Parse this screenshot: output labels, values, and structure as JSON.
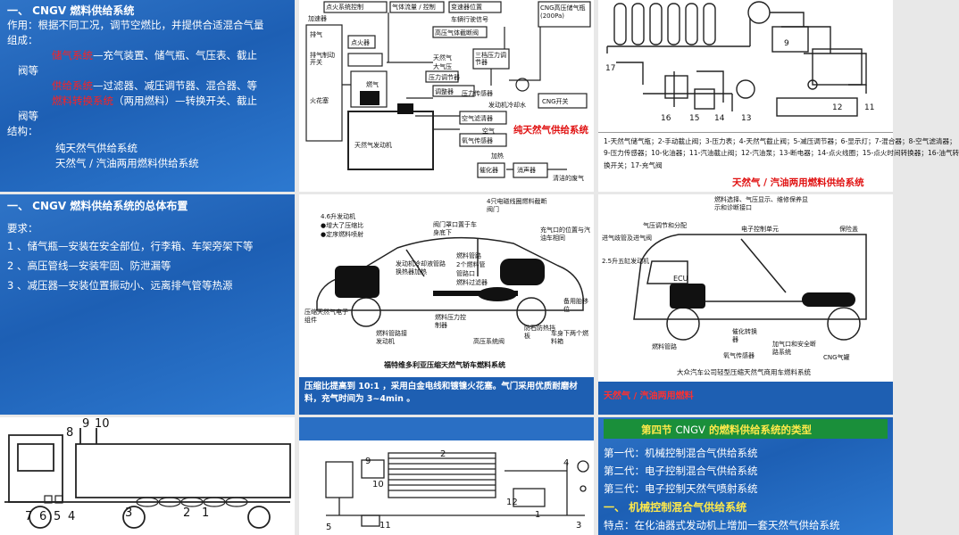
{
  "s1": {
    "title": "一、 CNGV 燃料供给系统",
    "line1": "作用：根据不同工况，调节空燃比，并提供合适混合气量",
    "line1b": "组成：",
    "storage_term": "储气系统",
    "storage_desc": "—充气装置、储气瓶、气压表、截止",
    "storage_cont": "阀等",
    "supply_term": "供给系统",
    "supply_desc": "—过滤器、减压调节器、混合器、等",
    "switch_term": "燃料转换系统",
    "switch_desc": "（两用燃料）—转换开关、截止",
    "switch_cont": "阀等",
    "structure": "结构：",
    "item1": "纯天然气供给系统",
    "item2": "天然气 / 汽油两用燃料供给系统"
  },
  "s2": {
    "labels": [
      "点火系统控制",
      "气体流量 / 控制",
      "变速器位置",
      "CNG高压储气瓶(200Pa)",
      "车辆行驶信号",
      "加速器",
      "点火器",
      "高压气体截断阀",
      "天然气",
      "大气压",
      "压力调节器",
      "三档压力调节器",
      "调整器",
      "压力传感器",
      "空气滤清器",
      "空气",
      "氧气传感器",
      "发动机冷却水",
      "火花塞",
      "天然气发动机",
      "燃气",
      "催化器",
      "消声器",
      "清洁的废气",
      "CNG开关",
      "加热",
      "排气",
      "排气制动开关"
    ],
    "caption": "纯天然气供给系统"
  },
  "s3": {
    "numbers": [
      "17",
      "16",
      "15",
      "14",
      "13",
      "12",
      "11",
      "9"
    ],
    "legend_line1": "1-天然气储气瓶；2-手动截止阀；3-压力表；4-天然气截止阀；5-减压调节器；6-显示灯；7-混合器；8-空气滤清器；",
    "legend_line2": "9-压力传感器；10-化油器；11-汽油截止阀；12-汽油泵；13-断电器；14-点火线圈；15-点火时间转换器；16-油气转",
    "legend_line3": "换开关；17-充气阀",
    "caption": "天然气 / 汽油两用燃料供给系统"
  },
  "s4": {
    "title": "一、 CNGV 燃料供给系统的总体布置",
    "req": "要求：",
    "r1": "1 、储气瓶—安装在安全部位，行李箱、车架旁架下等",
    "r2": "2 、高压管线—安装牢固、防泄漏等",
    "r3": "3 、减压器—安装位置振动小、远离排气管等热源"
  },
  "s5": {
    "labels": [
      "4.6升发动机",
      "●增大了压缩比",
      "●定序燃料喷射",
      "4只电磁线圈燃料截断阀门",
      "阀门罩口置于车身底下",
      "充气口的位置与汽油车相同",
      "发动机冷却液管路换热器加热",
      "燃料管路",
      "2个燃料管",
      "管路口",
      "燃料过滤器",
      "备用胎移位",
      "压缩天然气电子组件",
      "燃料管路接发动机",
      "燃料压力控制器",
      "高压系统阀",
      "防石防热挡板",
      "车身下两个燃料箱"
    ],
    "figure_title": "福特维多利亚压缩天然气轿车燃料系统",
    "caption": "压缩比提高到 10:1 ，采用白金电线和镀镍火花塞。气门采用优质耐磨材料，充气时间为 3~4min 。"
  },
  "s6": {
    "labels": [
      "燃料选择、气压显示、维修保养显示和诊断接口",
      "气压调节和分配",
      "电子控制单元",
      "进气歧管及进气阀",
      "保险盖",
      "2.5升五缸发动机",
      "ECU",
      "燃料管路",
      "催化转换器",
      "加气口和安全断路系统",
      "氧气传感器",
      "CNG气罐"
    ],
    "figure_title": "大众汽车公司轻型压缩天然气商用车燃料系统",
    "caption": "天然气 / 汽油两用燃料"
  },
  "s7": {
    "numbers": [
      "9",
      "10",
      "8",
      "7",
      "6",
      "5",
      "4",
      "3",
      "2",
      "1"
    ]
  },
  "s8": {
    "numbers": [
      "2",
      "9",
      "4",
      "10",
      "12",
      "11",
      "1",
      "5",
      "3"
    ]
  },
  "s9": {
    "title_a": "第四节 ",
    "title_b": "CNGV",
    "title_c": " 的燃料供给系统的类型",
    "g1": "第一代：机械控制混合气供给系统",
    "g2": "第二代：电子控制混合气供给系统",
    "g3": "第三代：电子控制天然气喷射系统",
    "sec": "一、 机械控制混合气供给系统",
    "feat": "特点：在化油器式发动机上增加一套天然气供给系统"
  }
}
